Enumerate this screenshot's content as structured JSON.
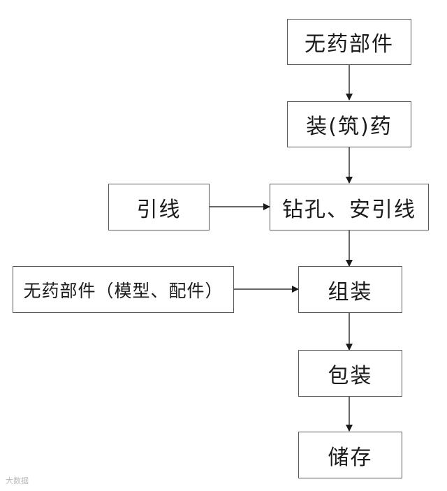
{
  "nodes": {
    "n1": "无药部件",
    "n2": "装(筑)药",
    "n3": "钻孔、安引线",
    "n4": "组装",
    "n5": "包装",
    "n6": "储存",
    "side1": "引线",
    "side2": "无药部件（模型、配件）"
  },
  "watermark": "大数据"
}
